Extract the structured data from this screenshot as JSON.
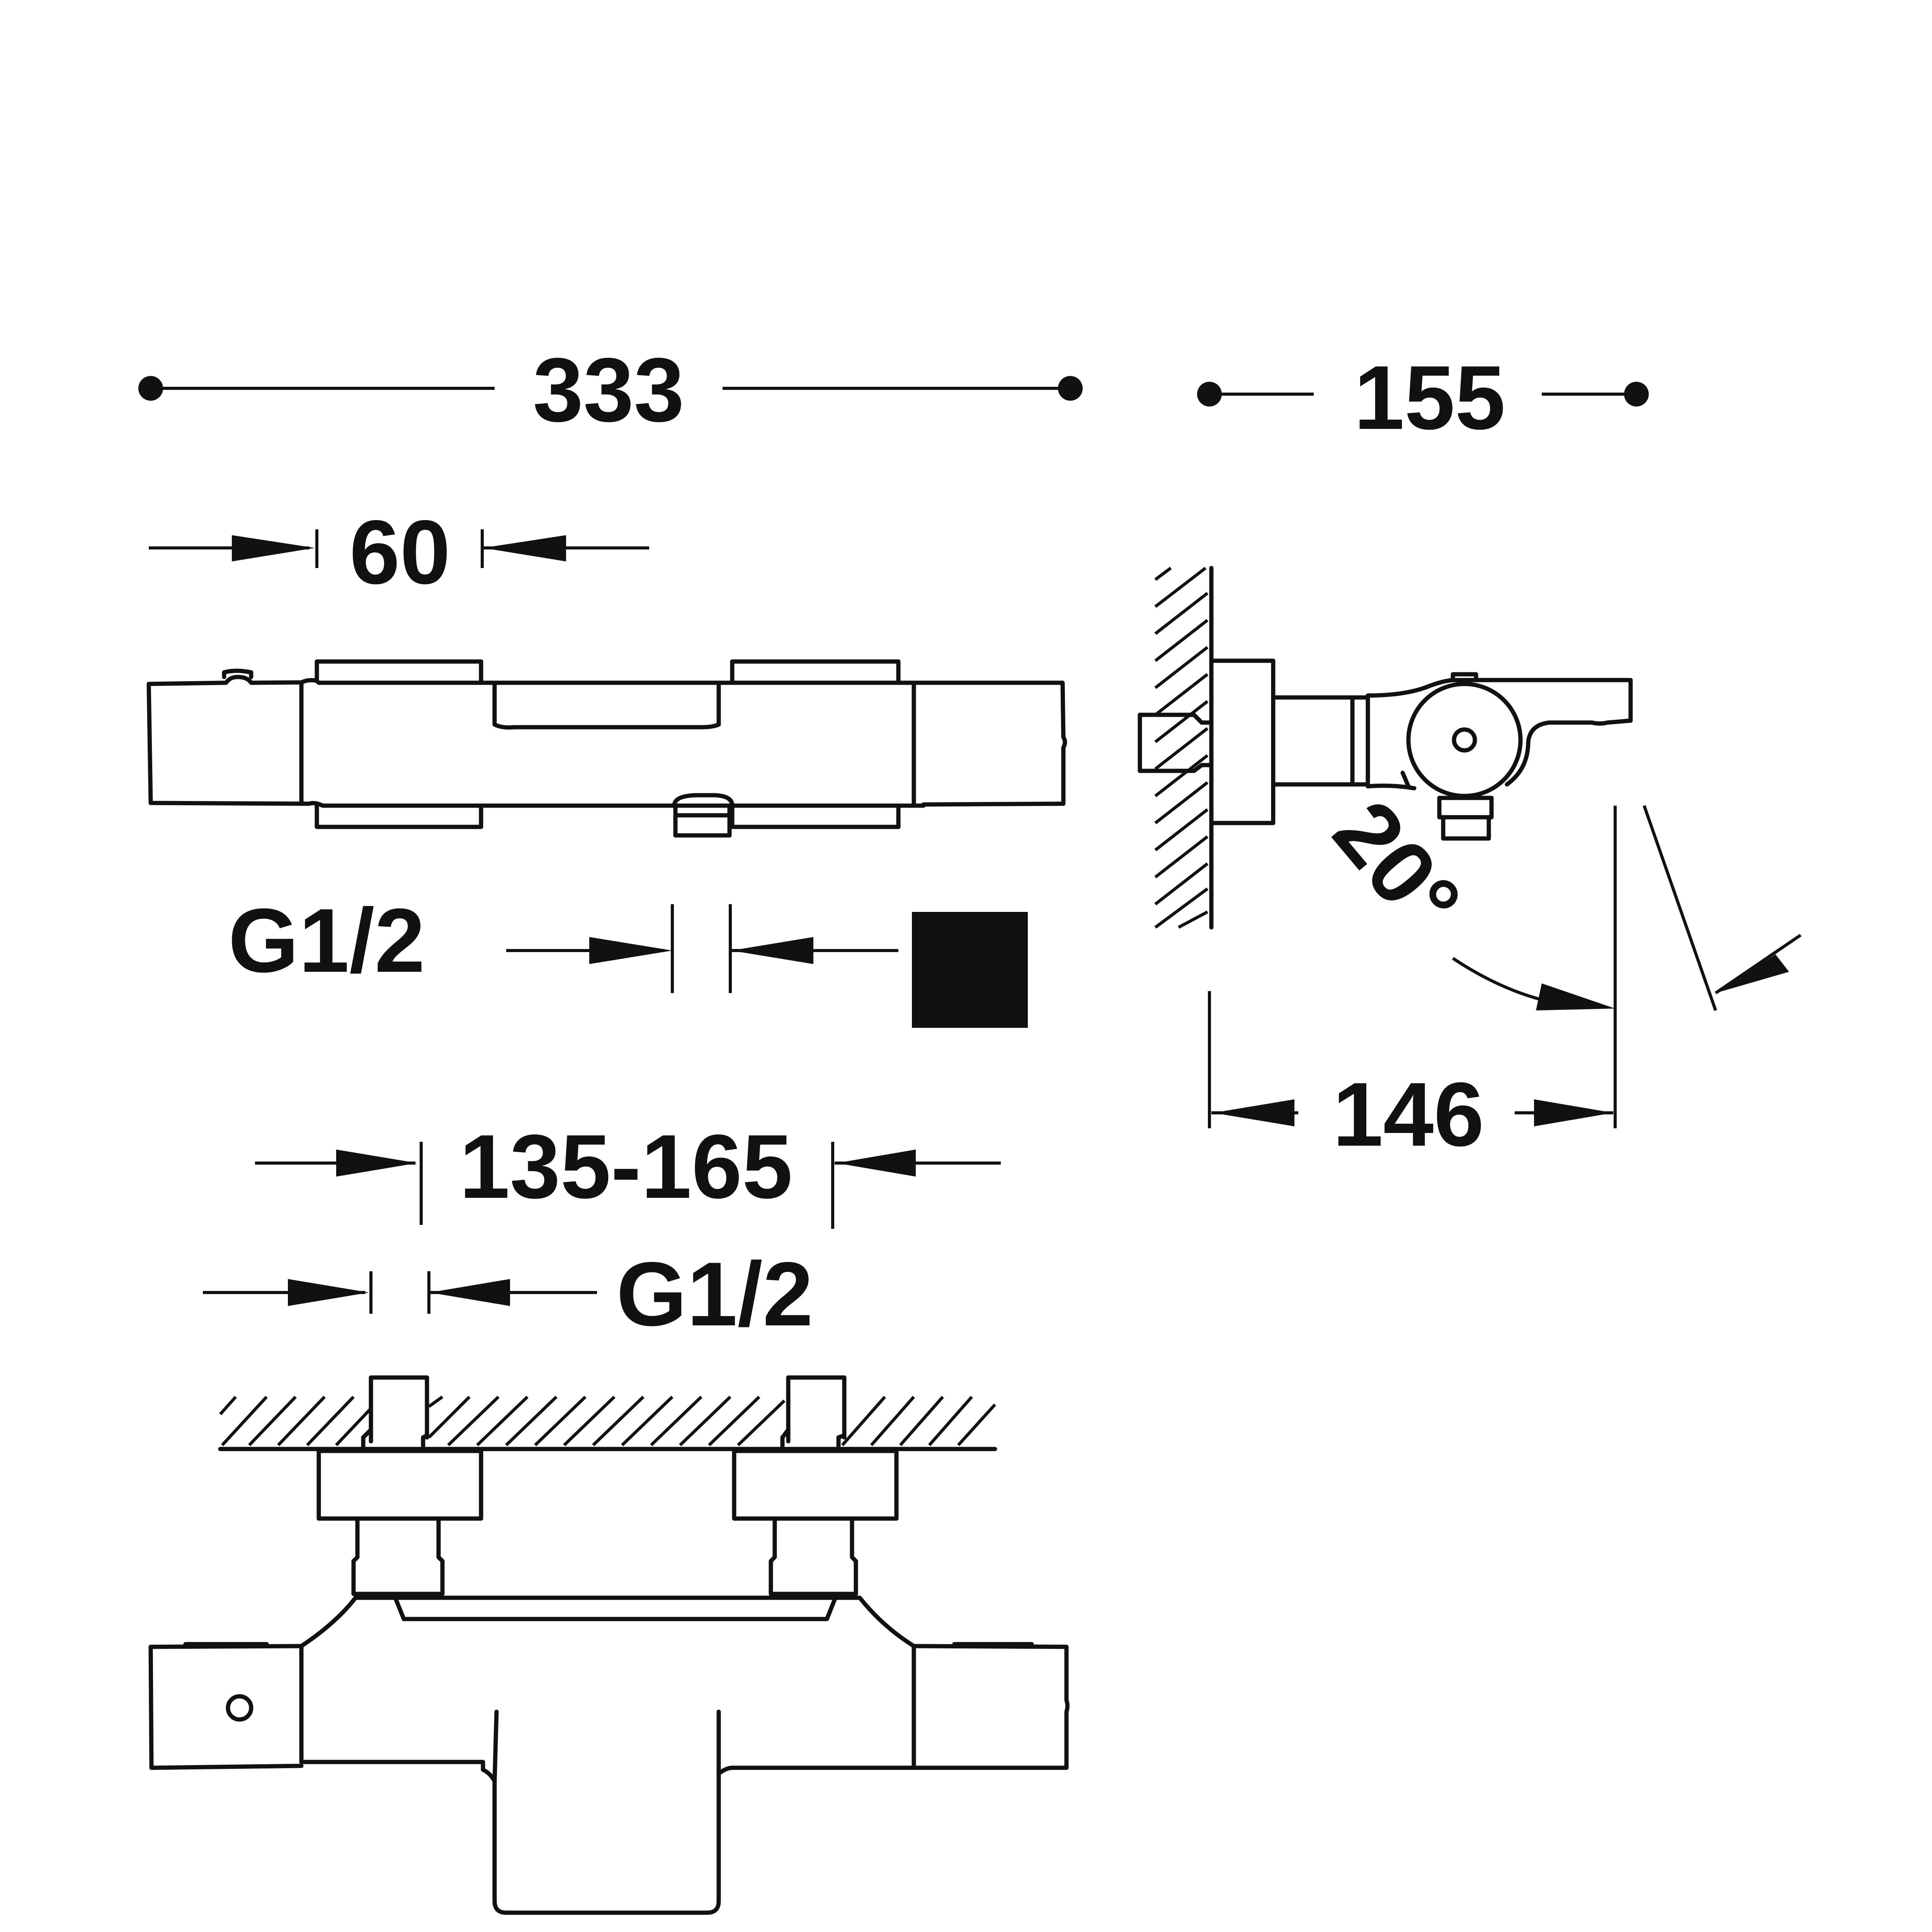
{
  "dimensions": {
    "overall_length": "333",
    "overall_depth": "155",
    "handle_width": "60",
    "inlet_thread_top": "G1/2",
    "inlet_centres": "135-165",
    "inlet_thread_bottom": "G1/2",
    "spout_projection": "146",
    "rotation_angle": "20°"
  }
}
